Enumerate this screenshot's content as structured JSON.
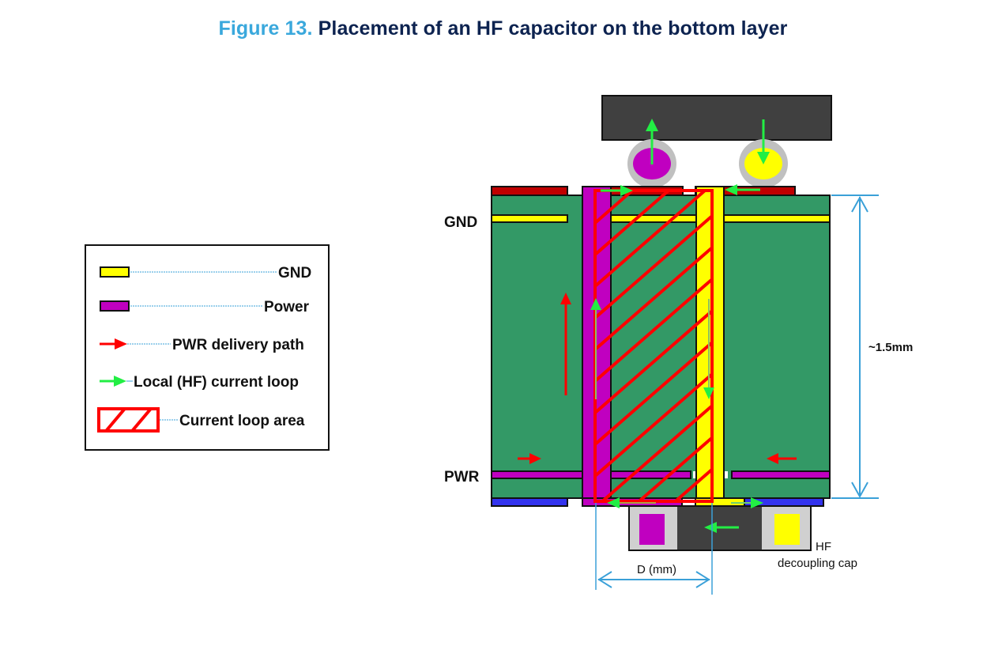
{
  "title": {
    "figure_number": "Figure 13.",
    "text": "Placement of an HF capacitor on the bottom layer"
  },
  "legend": {
    "items": [
      {
        "key": "gnd",
        "label": "GND",
        "symbol": "yellow-rect",
        "color": "#ffff00"
      },
      {
        "key": "power",
        "label": "Power",
        "symbol": "magenta-rect",
        "color": "#c000c0"
      },
      {
        "key": "pwr_path",
        "label": "PWR delivery path",
        "symbol": "red-arrow",
        "color": "#ff0000"
      },
      {
        "key": "hf_loop",
        "label": "Local (HF) current loop",
        "symbol": "green-arrow",
        "color": "#22ee44"
      },
      {
        "key": "loop_area",
        "label": "Current loop area",
        "symbol": "red-hatch-box",
        "color": "#ff0000"
      }
    ]
  },
  "labels": {
    "gnd_layer": "GND",
    "pwr_layer": "PWR",
    "thickness": "~1.5mm",
    "distance": "D (mm)",
    "cap_line1": "HF",
    "cap_line2": "decoupling cap"
  },
  "colors": {
    "pcb": "#339966",
    "gnd": "#ffff00",
    "power": "#c000c0",
    "top_copper": "#c00000",
    "bottom_copper": "#3333ee",
    "chip": "#404040",
    "pad_ring": "#c0c0c0",
    "red": "#ff0000",
    "green": "#22ee44",
    "dimension": "#3aa0d8",
    "title_accent": "#3aa8dc",
    "title_text": "#0d2350"
  }
}
